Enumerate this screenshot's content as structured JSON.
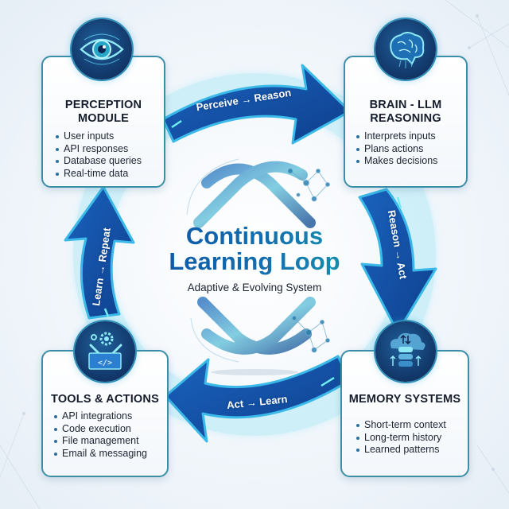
{
  "center": {
    "title_line1": "Continuous",
    "title_line2": "Learning Loop",
    "subtitle": "Adaptive & Evolving System",
    "graphic": "infinity-loop-with-network-nodes"
  },
  "cards": [
    {
      "id": "perception",
      "title_line1": "PERCEPTION",
      "title_line2": "MODULE",
      "icon": "eye-icon",
      "items": [
        "User inputs",
        "API responses",
        "Database queries",
        "Real-time data"
      ]
    },
    {
      "id": "brain",
      "title_line1": "BRAIN - LLM",
      "title_line2": "REASONING",
      "icon": "brain-icon",
      "items": [
        "Interprets inputs",
        "Plans actions",
        "Makes decisions"
      ]
    },
    {
      "id": "tools",
      "title_line1": "TOOLS & ACTIONS",
      "icon": "toolbox-icon",
      "items": [
        "API integrations",
        "Code execution",
        "File management",
        "Email & messaging"
      ]
    },
    {
      "id": "memory",
      "title_line1": "MEMORY SYSTEMS",
      "icon": "database-cloud-icon",
      "items": [
        "Short-term context",
        "Long-term history",
        "Learned patterns"
      ]
    }
  ],
  "arrows": [
    {
      "label": "Perceive → Reason",
      "direction": "top, left-to-right"
    },
    {
      "label": "Reason → Act",
      "direction": "right, top-to-bottom"
    },
    {
      "label": "Act → Learn",
      "direction": "bottom, right-to-left"
    },
    {
      "label": "Learn → Repeat",
      "direction": "left, bottom-to-top"
    }
  ],
  "colors": {
    "arrow_fill": "#1550a8",
    "arrow_edge": "#37b6e6",
    "glow": "#5fd8f0",
    "card_border": "#3a8ea8",
    "title_start": "#0d4fa3",
    "title_end": "#18a0a8",
    "icon_bg": "#143e72"
  }
}
